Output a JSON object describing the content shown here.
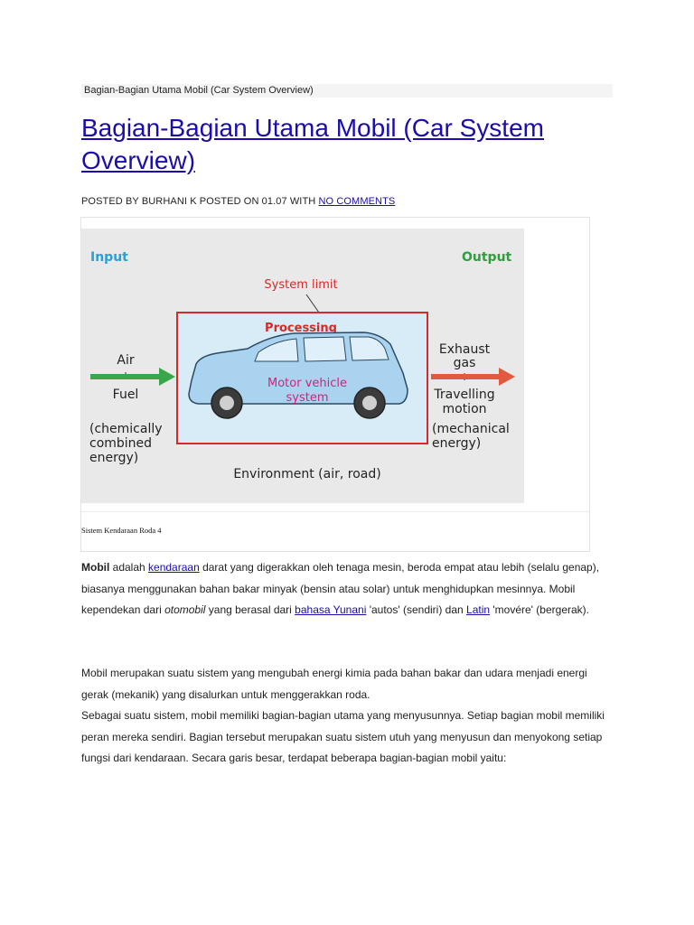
{
  "breadcrumb": "Bagian-Bagian Utama Mobil (Car System Overview)",
  "title": "Bagian-Bagian Utama Mobil (Car System Overview)",
  "meta": {
    "posted_by_prefix": "POSTED BY ",
    "author": "BURHANI K",
    "posted_on": " POSTED ON ",
    "time": "01.07",
    "with": " WITH ",
    "comments_link": "NO COMMENTS"
  },
  "diagram": {
    "input_label": "Input",
    "output_label": "Output",
    "system_limit": "System limit",
    "processing": "Processing",
    "air": "Air",
    "plus": "+",
    "fuel": "Fuel",
    "input_energy_1": "(chemically",
    "input_energy_2": "combined",
    "input_energy_3": "energy)",
    "vehicle_1": "Motor vehicle",
    "vehicle_2": "system",
    "exhaust_1": "Exhaust",
    "exhaust_2": "gas",
    "travel_1": "Travelling",
    "travel_2": "motion",
    "output_energy_1": "(mechanical",
    "output_energy_2": "energy)",
    "environment": "Environment (air, road)",
    "colors": {
      "input": "#2a9fd8",
      "output": "#2e9e3e",
      "limit": "#d62a2a",
      "vehicle_text": "#d6207f",
      "in_arrow": "#3aa64a",
      "out_arrow": "#e05a3f",
      "car_body": "#a9d3ee",
      "bg": "#e9e9e9",
      "inner_bg": "#d7ecf6"
    }
  },
  "caption": "Sistem Kendaraan Roda 4",
  "paragraph1": {
    "bold": "Mobil",
    "t1": " adalah ",
    "link1": "kendaraan",
    "t2": " darat yang digerakkan oleh tenaga mesin, beroda empat atau lebih (selalu genap), biasanya menggunakan bahan bakar minyak (bensin atau solar) untuk menghidupkan mesinnya. Mobil kependekan dari ",
    "italic": "otomobil",
    "t3": " yang berasal dari ",
    "link2": "bahasa Yunani",
    "t4": " 'autos' (sendiri) dan ",
    "link3": "Latin",
    "t5": " 'movére' (bergerak)."
  },
  "paragraph2": "Mobil merupakan suatu sistem yang mengubah energi kimia pada bahan bakar dan udara menjadi energi gerak (mekanik) yang disalurkan untuk menggerakkan roda.",
  "paragraph3": "Sebagai suatu sistem, mobil memiliki bagian-bagian utama yang menyusunnya. Setiap bagian mobil memiliki peran mereka sendiri. Bagian tersebut merupakan suatu sistem utuh yang menyusun dan menyokong setiap fungsi dari kendaraan. Secara garis besar, terdapat beberapa bagian-bagian mobil yaitu:"
}
